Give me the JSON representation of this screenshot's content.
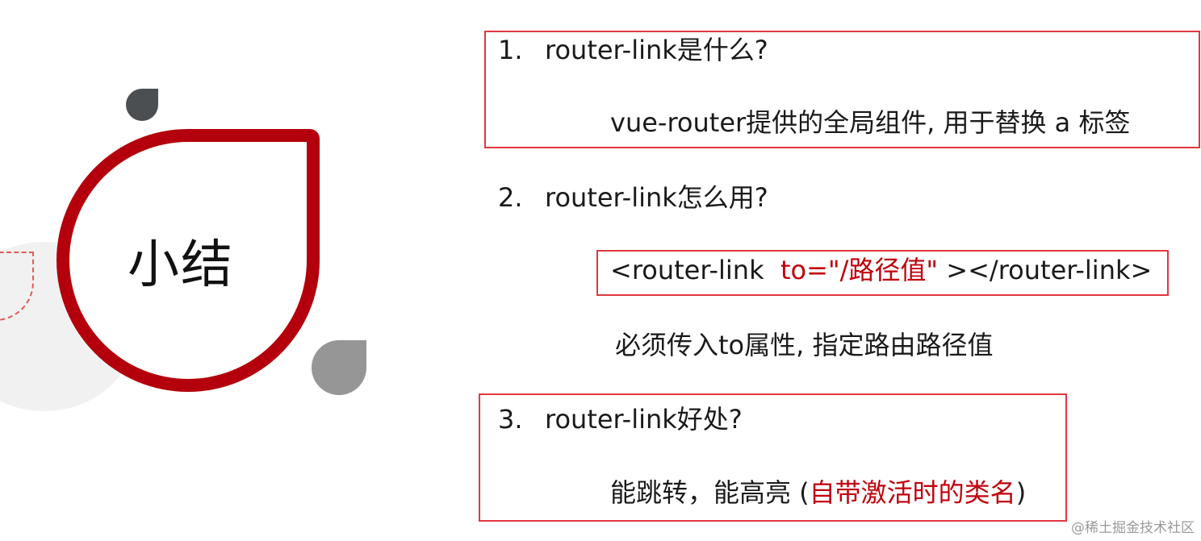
{
  "slide": {
    "title": "小结",
    "items": [
      {
        "number": "1.",
        "question": "router-link是什么?",
        "answer": "vue-router提供的全局组件, 用于替换 a 标签"
      },
      {
        "number": "2.",
        "question": "router-link怎么用?",
        "code_prefix": "<router-link",
        "code_attr": "to=\"/路径值\"",
        "code_suffix": "></router-link>",
        "answer": "必须传入to属性, 指定路由路径值"
      },
      {
        "number": "3.",
        "question": "router-link好处?",
        "answer_prefix": "能跳转，能高亮 (",
        "answer_highlight": "自带激活时的类名",
        "answer_suffix": ")"
      }
    ]
  },
  "watermark": "@稀土掘金技术社区",
  "colors": {
    "accent": "#c0000b",
    "box_border": "#e0373f",
    "ring": "#b3000c"
  }
}
